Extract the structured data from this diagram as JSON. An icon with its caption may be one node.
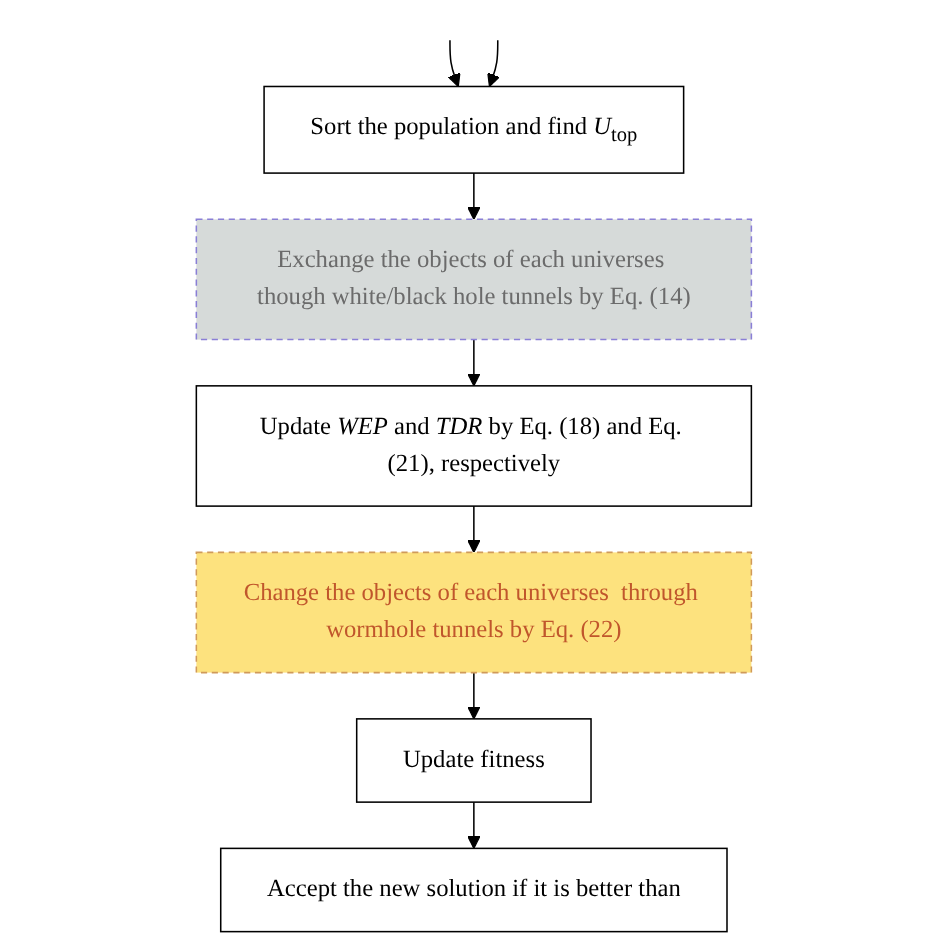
{
  "diagram": {
    "nodes": [
      {
        "text": [
          "Sort the population and find *U*$_{top}$"
        ]
      },
      {
        "text": [
          "Exchange the objects of each universes though white/black hole tunnels by Eq. (14)"
        ]
      },
      {
        "text": [
          "Update *WEP* and *TDR* by Eq. (18) and Eq. (21), respectively"
        ]
      },
      {
        "text": [
          "Change the objects of each universes  through wormhole tunnels by Eq. (22)"
        ]
      },
      {
        "text": [
          "Update fitness"
        ]
      },
      {
        "text": [
          "Accept the new solution if it is better than"
        ]
      }
    ],
    "edges": [
      {
        "from": null,
        "to": 0,
        "arrow": "to"
      },
      {
        "from": null,
        "to": 0,
        "arrow": "to"
      },
      {
        "from": 0,
        "to": 1,
        "arrow": "to"
      },
      {
        "from": 1,
        "to": 2,
        "arrow": "to"
      },
      {
        "from": 2,
        "to": 3,
        "arrow": "to"
      },
      {
        "from": 3,
        "to": 4,
        "arrow": "to"
      },
      {
        "from": 4,
        "to": 5,
        "arrow": "to"
      }
    ]
  }
}
